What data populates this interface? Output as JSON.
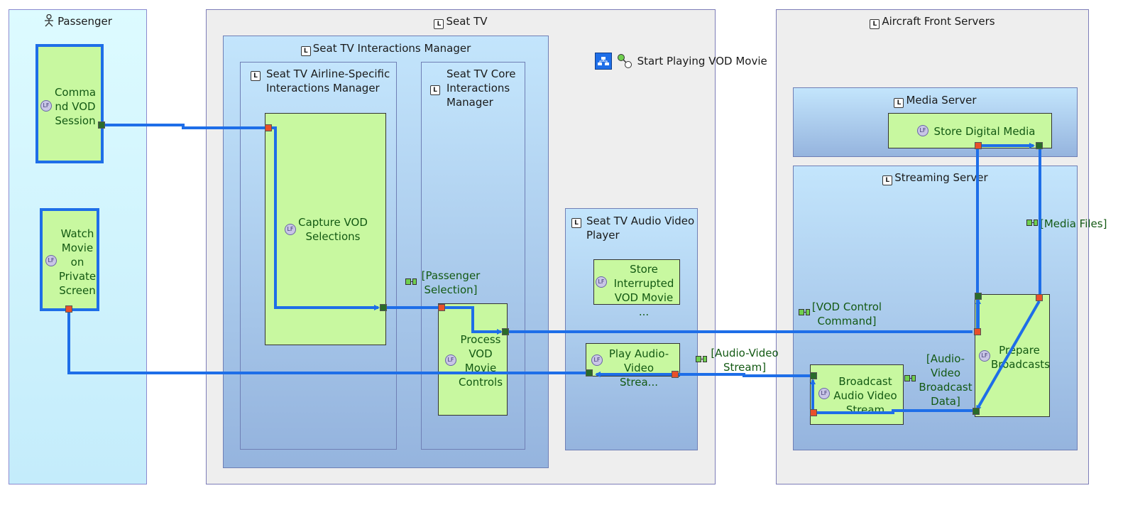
{
  "lanes": {
    "passenger": "Passenger",
    "seat_tv": "Seat TV",
    "aircraft": "Aircraft Front Servers"
  },
  "components": {
    "interactions_manager": "Seat TV Interactions Manager",
    "airline_specific": "Seat TV Airline-Specific Interactions Manager",
    "core_interactions": "Seat TV Core Interactions Manager",
    "audio_video_player": "Seat TV Audio Video Player",
    "media_server": "Media Server",
    "streaming_server": "Streaming Server"
  },
  "scenario": {
    "label": "Start Playing VOD Movie"
  },
  "functions": {
    "command_vod": "Command VOD Session",
    "watch_movie": "Watch Movie on Private Screen",
    "capture_vod": "Capture VOD Selections",
    "process_vod": "Process VOD Movie Controls",
    "store_interrupted": "Store Interrupted VOD Movie ...",
    "play_audio": "Play Audio-Video Strea...",
    "store_digital": "Store Digital Media",
    "broadcast": "Broadcast Audio Video Stream",
    "prepare": "Prepare Broadcasts"
  },
  "exchanges": {
    "passenger_selection": "[Passenger Selection]",
    "audio_video_stream": "[Audio-Video Stream]",
    "vod_control": "[VOD Control Command]",
    "av_broadcast_data": "[Audio-Video Broadcast Data]",
    "media_files": "[Media Files]"
  },
  "icon_text": {
    "component": "L",
    "function": "LF"
  },
  "colors": {
    "link": "#1e6ee8",
    "function_fill": "#c8f8a0",
    "out_port": "#e8502a",
    "in_port": "#2a6b2a"
  }
}
